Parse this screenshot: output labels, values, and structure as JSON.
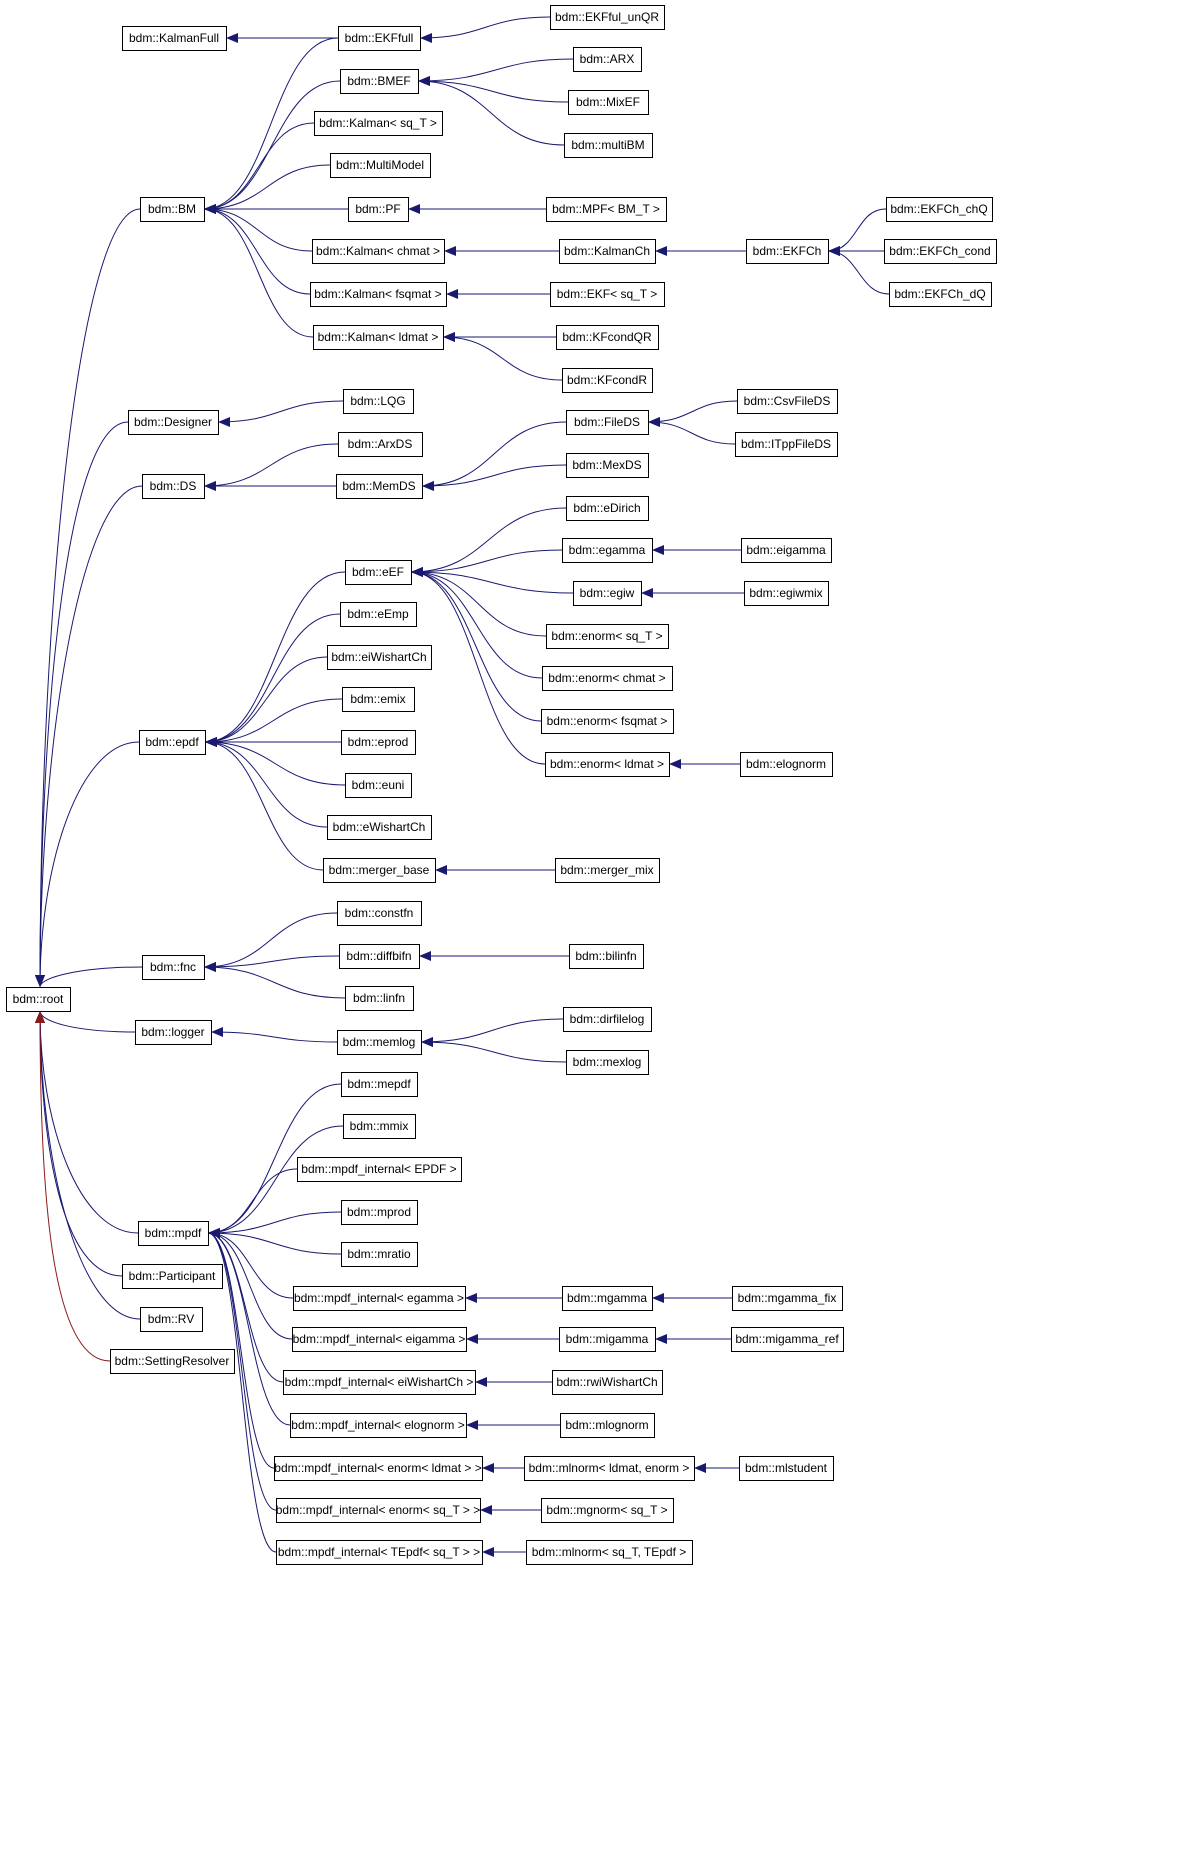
{
  "colors": {
    "edge": "#191970",
    "edge_special": "#8b1a1a",
    "box": "#ffffff",
    "border": "#000000"
  },
  "nodes": [
    {
      "id": "root",
      "label": "bdm::root"
    },
    {
      "id": "KalmanFull",
      "label": "bdm::KalmanFull"
    },
    {
      "id": "EKFfull",
      "label": "bdm::EKFfull"
    },
    {
      "id": "EKFful_unQR",
      "label": "bdm::EKFful_unQR"
    },
    {
      "id": "BMEF",
      "label": "bdm::BMEF"
    },
    {
      "id": "ARX",
      "label": "bdm::ARX"
    },
    {
      "id": "MixEF",
      "label": "bdm::MixEF"
    },
    {
      "id": "multiBM",
      "label": "bdm::multiBM"
    },
    {
      "id": "Kalman_sqT",
      "label": "bdm::Kalman< sq_T >"
    },
    {
      "id": "MultiModel",
      "label": "bdm::MultiModel"
    },
    {
      "id": "BM",
      "label": "bdm::BM"
    },
    {
      "id": "PF",
      "label": "bdm::PF"
    },
    {
      "id": "MPF",
      "label": "bdm::MPF< BM_T >"
    },
    {
      "id": "EKFCh_chQ",
      "label": "bdm::EKFCh_chQ"
    },
    {
      "id": "Kalman_chmat",
      "label": "bdm::Kalman< chmat >"
    },
    {
      "id": "KalmanCh",
      "label": "bdm::KalmanCh"
    },
    {
      "id": "EKFCh",
      "label": "bdm::EKFCh"
    },
    {
      "id": "EKFCh_cond",
      "label": "bdm::EKFCh_cond"
    },
    {
      "id": "Kalman_fsqmat",
      "label": "bdm::Kalman< fsqmat >"
    },
    {
      "id": "EKF_sqT",
      "label": "bdm::EKF< sq_T >"
    },
    {
      "id": "EKFCh_dQ",
      "label": "bdm::EKFCh_dQ"
    },
    {
      "id": "Kalman_ldmat",
      "label": "bdm::Kalman< ldmat >"
    },
    {
      "id": "KFcondQR",
      "label": "bdm::KFcondQR"
    },
    {
      "id": "KFcondR",
      "label": "bdm::KFcondR"
    },
    {
      "id": "LQG",
      "label": "bdm::LQG"
    },
    {
      "id": "CsvFileDS",
      "label": "bdm::CsvFileDS"
    },
    {
      "id": "Designer",
      "label": "bdm::Designer"
    },
    {
      "id": "FileDS",
      "label": "bdm::FileDS"
    },
    {
      "id": "ArxDS",
      "label": "bdm::ArxDS"
    },
    {
      "id": "ITppFileDS",
      "label": "bdm::ITppFileDS"
    },
    {
      "id": "MexDS",
      "label": "bdm::MexDS"
    },
    {
      "id": "DS",
      "label": "bdm::DS"
    },
    {
      "id": "MemDS",
      "label": "bdm::MemDS"
    },
    {
      "id": "eDirich",
      "label": "bdm::eDirich"
    },
    {
      "id": "egamma",
      "label": "bdm::egamma"
    },
    {
      "id": "eigamma",
      "label": "bdm::eigamma"
    },
    {
      "id": "eEF",
      "label": "bdm::eEF"
    },
    {
      "id": "egiw",
      "label": "bdm::egiw"
    },
    {
      "id": "egiwmix",
      "label": "bdm::egiwmix"
    },
    {
      "id": "eEmp",
      "label": "bdm::eEmp"
    },
    {
      "id": "enorm_sqT",
      "label": "bdm::enorm< sq_T >"
    },
    {
      "id": "eiWishartCh",
      "label": "bdm::eiWishartCh"
    },
    {
      "id": "enorm_chmat",
      "label": "bdm::enorm< chmat >"
    },
    {
      "id": "emix",
      "label": "bdm::emix"
    },
    {
      "id": "enorm_fsqmat",
      "label": "bdm::enorm< fsqmat >"
    },
    {
      "id": "epdf",
      "label": "bdm::epdf"
    },
    {
      "id": "eprod",
      "label": "bdm::eprod"
    },
    {
      "id": "enorm_ldmat",
      "label": "bdm::enorm< ldmat >"
    },
    {
      "id": "elognorm",
      "label": "bdm::elognorm"
    },
    {
      "id": "euni",
      "label": "bdm::euni"
    },
    {
      "id": "eWishartCh",
      "label": "bdm::eWishartCh"
    },
    {
      "id": "merger_base",
      "label": "bdm::merger_base"
    },
    {
      "id": "merger_mix",
      "label": "bdm::merger_mix"
    },
    {
      "id": "constfn",
      "label": "bdm::constfn"
    },
    {
      "id": "fnc",
      "label": "bdm::fnc"
    },
    {
      "id": "diffbifn",
      "label": "bdm::diffbifn"
    },
    {
      "id": "bilinfn",
      "label": "bdm::bilinfn"
    },
    {
      "id": "linfn",
      "label": "bdm::linfn"
    },
    {
      "id": "dirfilelog",
      "label": "bdm::dirfilelog"
    },
    {
      "id": "logger",
      "label": "bdm::logger"
    },
    {
      "id": "memlog",
      "label": "bdm::memlog"
    },
    {
      "id": "mexlog",
      "label": "bdm::mexlog"
    },
    {
      "id": "mepdf",
      "label": "bdm::mepdf"
    },
    {
      "id": "mmix",
      "label": "bdm::mmix"
    },
    {
      "id": "mpdf_internal_EPDF",
      "label": "bdm::mpdf_internal< EPDF >"
    },
    {
      "id": "mprod",
      "label": "bdm::mprod"
    },
    {
      "id": "mpdf",
      "label": "bdm::mpdf"
    },
    {
      "id": "mratio",
      "label": "bdm::mratio"
    },
    {
      "id": "Participant",
      "label": "bdm::Participant"
    },
    {
      "id": "mpdf_internal_egamma",
      "label": "bdm::mpdf_internal< egamma >"
    },
    {
      "id": "mgamma",
      "label": "bdm::mgamma"
    },
    {
      "id": "mgamma_fix",
      "label": "bdm::mgamma_fix"
    },
    {
      "id": "RV",
      "label": "bdm::RV"
    },
    {
      "id": "mpdf_internal_eigamma",
      "label": "bdm::mpdf_internal< eigamma >"
    },
    {
      "id": "migamma",
      "label": "bdm::migamma"
    },
    {
      "id": "migamma_ref",
      "label": "bdm::migamma_ref"
    },
    {
      "id": "SettingResolver",
      "label": "bdm::SettingResolver"
    },
    {
      "id": "mpdf_internal_eiWishartCh",
      "label": "bdm::mpdf_internal< eiWishartCh >"
    },
    {
      "id": "rwiWishartCh",
      "label": "bdm::rwiWishartCh"
    },
    {
      "id": "mpdf_internal_elognorm",
      "label": "bdm::mpdf_internal< elognorm >"
    },
    {
      "id": "mlognorm",
      "label": "bdm::mlognorm"
    },
    {
      "id": "mpdf_internal_enorm_ldmat",
      "label": "bdm::mpdf_internal< enorm< ldmat > >"
    },
    {
      "id": "mlnorm_ldmat",
      "label": "bdm::mlnorm< ldmat, enorm >"
    },
    {
      "id": "mlstudent",
      "label": "bdm::mlstudent"
    },
    {
      "id": "mpdf_internal_enorm_sqT",
      "label": "bdm::mpdf_internal< enorm< sq_T > >"
    },
    {
      "id": "mgnorm",
      "label": "bdm::mgnorm< sq_T >"
    },
    {
      "id": "mpdf_internal_TEpdf",
      "label": "bdm::mpdf_internal< TEpdf< sq_T > >"
    },
    {
      "id": "mlnorm_sqT",
      "label": "bdm::mlnorm< sq_T, TEpdf >"
    }
  ],
  "edges": [
    {
      "from": "EKFfull",
      "to": "KalmanFull"
    },
    {
      "from": "EKFful_unQR",
      "to": "EKFfull"
    },
    {
      "from": "EKFfull",
      "to": "BM"
    },
    {
      "from": "BMEF",
      "to": "BM"
    },
    {
      "from": "ARX",
      "to": "BMEF"
    },
    {
      "from": "MixEF",
      "to": "BMEF"
    },
    {
      "from": "multiBM",
      "to": "BMEF"
    },
    {
      "from": "Kalman_sqT",
      "to": "BM"
    },
    {
      "from": "MultiModel",
      "to": "BM"
    },
    {
      "from": "PF",
      "to": "BM"
    },
    {
      "from": "MPF",
      "to": "PF"
    },
    {
      "from": "Kalman_chmat",
      "to": "BM"
    },
    {
      "from": "KalmanCh",
      "to": "Kalman_chmat"
    },
    {
      "from": "EKFCh",
      "to": "KalmanCh"
    },
    {
      "from": "EKFCh_chQ",
      "to": "EKFCh"
    },
    {
      "from": "EKFCh_cond",
      "to": "EKFCh"
    },
    {
      "from": "EKFCh_dQ",
      "to": "EKFCh"
    },
    {
      "from": "Kalman_fsqmat",
      "to": "BM"
    },
    {
      "from": "EKF_sqT",
      "to": "Kalman_fsqmat"
    },
    {
      "from": "Kalman_ldmat",
      "to": "BM"
    },
    {
      "from": "KFcondQR",
      "to": "Kalman_ldmat"
    },
    {
      "from": "KFcondR",
      "to": "Kalman_ldmat"
    },
    {
      "from": "BM",
      "to": "root"
    },
    {
      "from": "LQG",
      "to": "Designer"
    },
    {
      "from": "Designer",
      "to": "root"
    },
    {
      "from": "ArxDS",
      "to": "DS"
    },
    {
      "from": "MemDS",
      "to": "DS"
    },
    {
      "from": "FileDS",
      "to": "MemDS"
    },
    {
      "from": "MexDS",
      "to": "MemDS"
    },
    {
      "from": "CsvFileDS",
      "to": "FileDS"
    },
    {
      "from": "ITppFileDS",
      "to": "FileDS"
    },
    {
      "from": "DS",
      "to": "root"
    },
    {
      "from": "eDirich",
      "to": "eEF"
    },
    {
      "from": "egamma",
      "to": "eEF"
    },
    {
      "from": "eigamma",
      "to": "egamma"
    },
    {
      "from": "egiw",
      "to": "eEF"
    },
    {
      "from": "egiwmix",
      "to": "egiw"
    },
    {
      "from": "enorm_sqT",
      "to": "eEF"
    },
    {
      "from": "enorm_chmat",
      "to": "eEF"
    },
    {
      "from": "enorm_fsqmat",
      "to": "eEF"
    },
    {
      "from": "enorm_ldmat",
      "to": "eEF"
    },
    {
      "from": "elognorm",
      "to": "enorm_ldmat"
    },
    {
      "from": "eEF",
      "to": "epdf"
    },
    {
      "from": "eEmp",
      "to": "epdf"
    },
    {
      "from": "eiWishartCh",
      "to": "epdf"
    },
    {
      "from": "emix",
      "to": "epdf"
    },
    {
      "from": "eprod",
      "to": "epdf"
    },
    {
      "from": "euni",
      "to": "epdf"
    },
    {
      "from": "eWishartCh",
      "to": "epdf"
    },
    {
      "from": "merger_base",
      "to": "epdf"
    },
    {
      "from": "merger_mix",
      "to": "merger_base"
    },
    {
      "from": "epdf",
      "to": "root"
    },
    {
      "from": "constfn",
      "to": "fnc"
    },
    {
      "from": "diffbifn",
      "to": "fnc"
    },
    {
      "from": "bilinfn",
      "to": "diffbifn"
    },
    {
      "from": "linfn",
      "to": "fnc"
    },
    {
      "from": "fnc",
      "to": "root"
    },
    {
      "from": "memlog",
      "to": "logger"
    },
    {
      "from": "dirfilelog",
      "to": "memlog"
    },
    {
      "from": "mexlog",
      "to": "memlog"
    },
    {
      "from": "logger",
      "to": "root"
    },
    {
      "from": "mepdf",
      "to": "mpdf"
    },
    {
      "from": "mmix",
      "to": "mpdf"
    },
    {
      "from": "mpdf_internal_EPDF",
      "to": "mpdf"
    },
    {
      "from": "mprod",
      "to": "mpdf"
    },
    {
      "from": "mratio",
      "to": "mpdf"
    },
    {
      "from": "mpdf_internal_egamma",
      "to": "mpdf"
    },
    {
      "from": "mgamma",
      "to": "mpdf_internal_egamma"
    },
    {
      "from": "mgamma_fix",
      "to": "mgamma"
    },
    {
      "from": "mpdf_internal_eigamma",
      "to": "mpdf"
    },
    {
      "from": "migamma",
      "to": "mpdf_internal_eigamma"
    },
    {
      "from": "migamma_ref",
      "to": "migamma"
    },
    {
      "from": "mpdf_internal_eiWishartCh",
      "to": "mpdf"
    },
    {
      "from": "rwiWishartCh",
      "to": "mpdf_internal_eiWishartCh"
    },
    {
      "from": "mpdf_internal_elognorm",
      "to": "mpdf"
    },
    {
      "from": "mlognorm",
      "to": "mpdf_internal_elognorm"
    },
    {
      "from": "mpdf_internal_enorm_ldmat",
      "to": "mpdf"
    },
    {
      "from": "mlnorm_ldmat",
      "to": "mpdf_internal_enorm_ldmat"
    },
    {
      "from": "mlstudent",
      "to": "mlnorm_ldmat"
    },
    {
      "from": "mpdf_internal_enorm_sqT",
      "to": "mpdf"
    },
    {
      "from": "mgnorm",
      "to": "mpdf_internal_enorm_sqT"
    },
    {
      "from": "mpdf_internal_TEpdf",
      "to": "mpdf"
    },
    {
      "from": "mlnorm_sqT",
      "to": "mpdf_internal_TEpdf"
    },
    {
      "from": "mpdf",
      "to": "root"
    },
    {
      "from": "Participant",
      "to": "root"
    },
    {
      "from": "RV",
      "to": "root"
    },
    {
      "from": "SettingResolver",
      "to": "root",
      "special": true
    }
  ]
}
